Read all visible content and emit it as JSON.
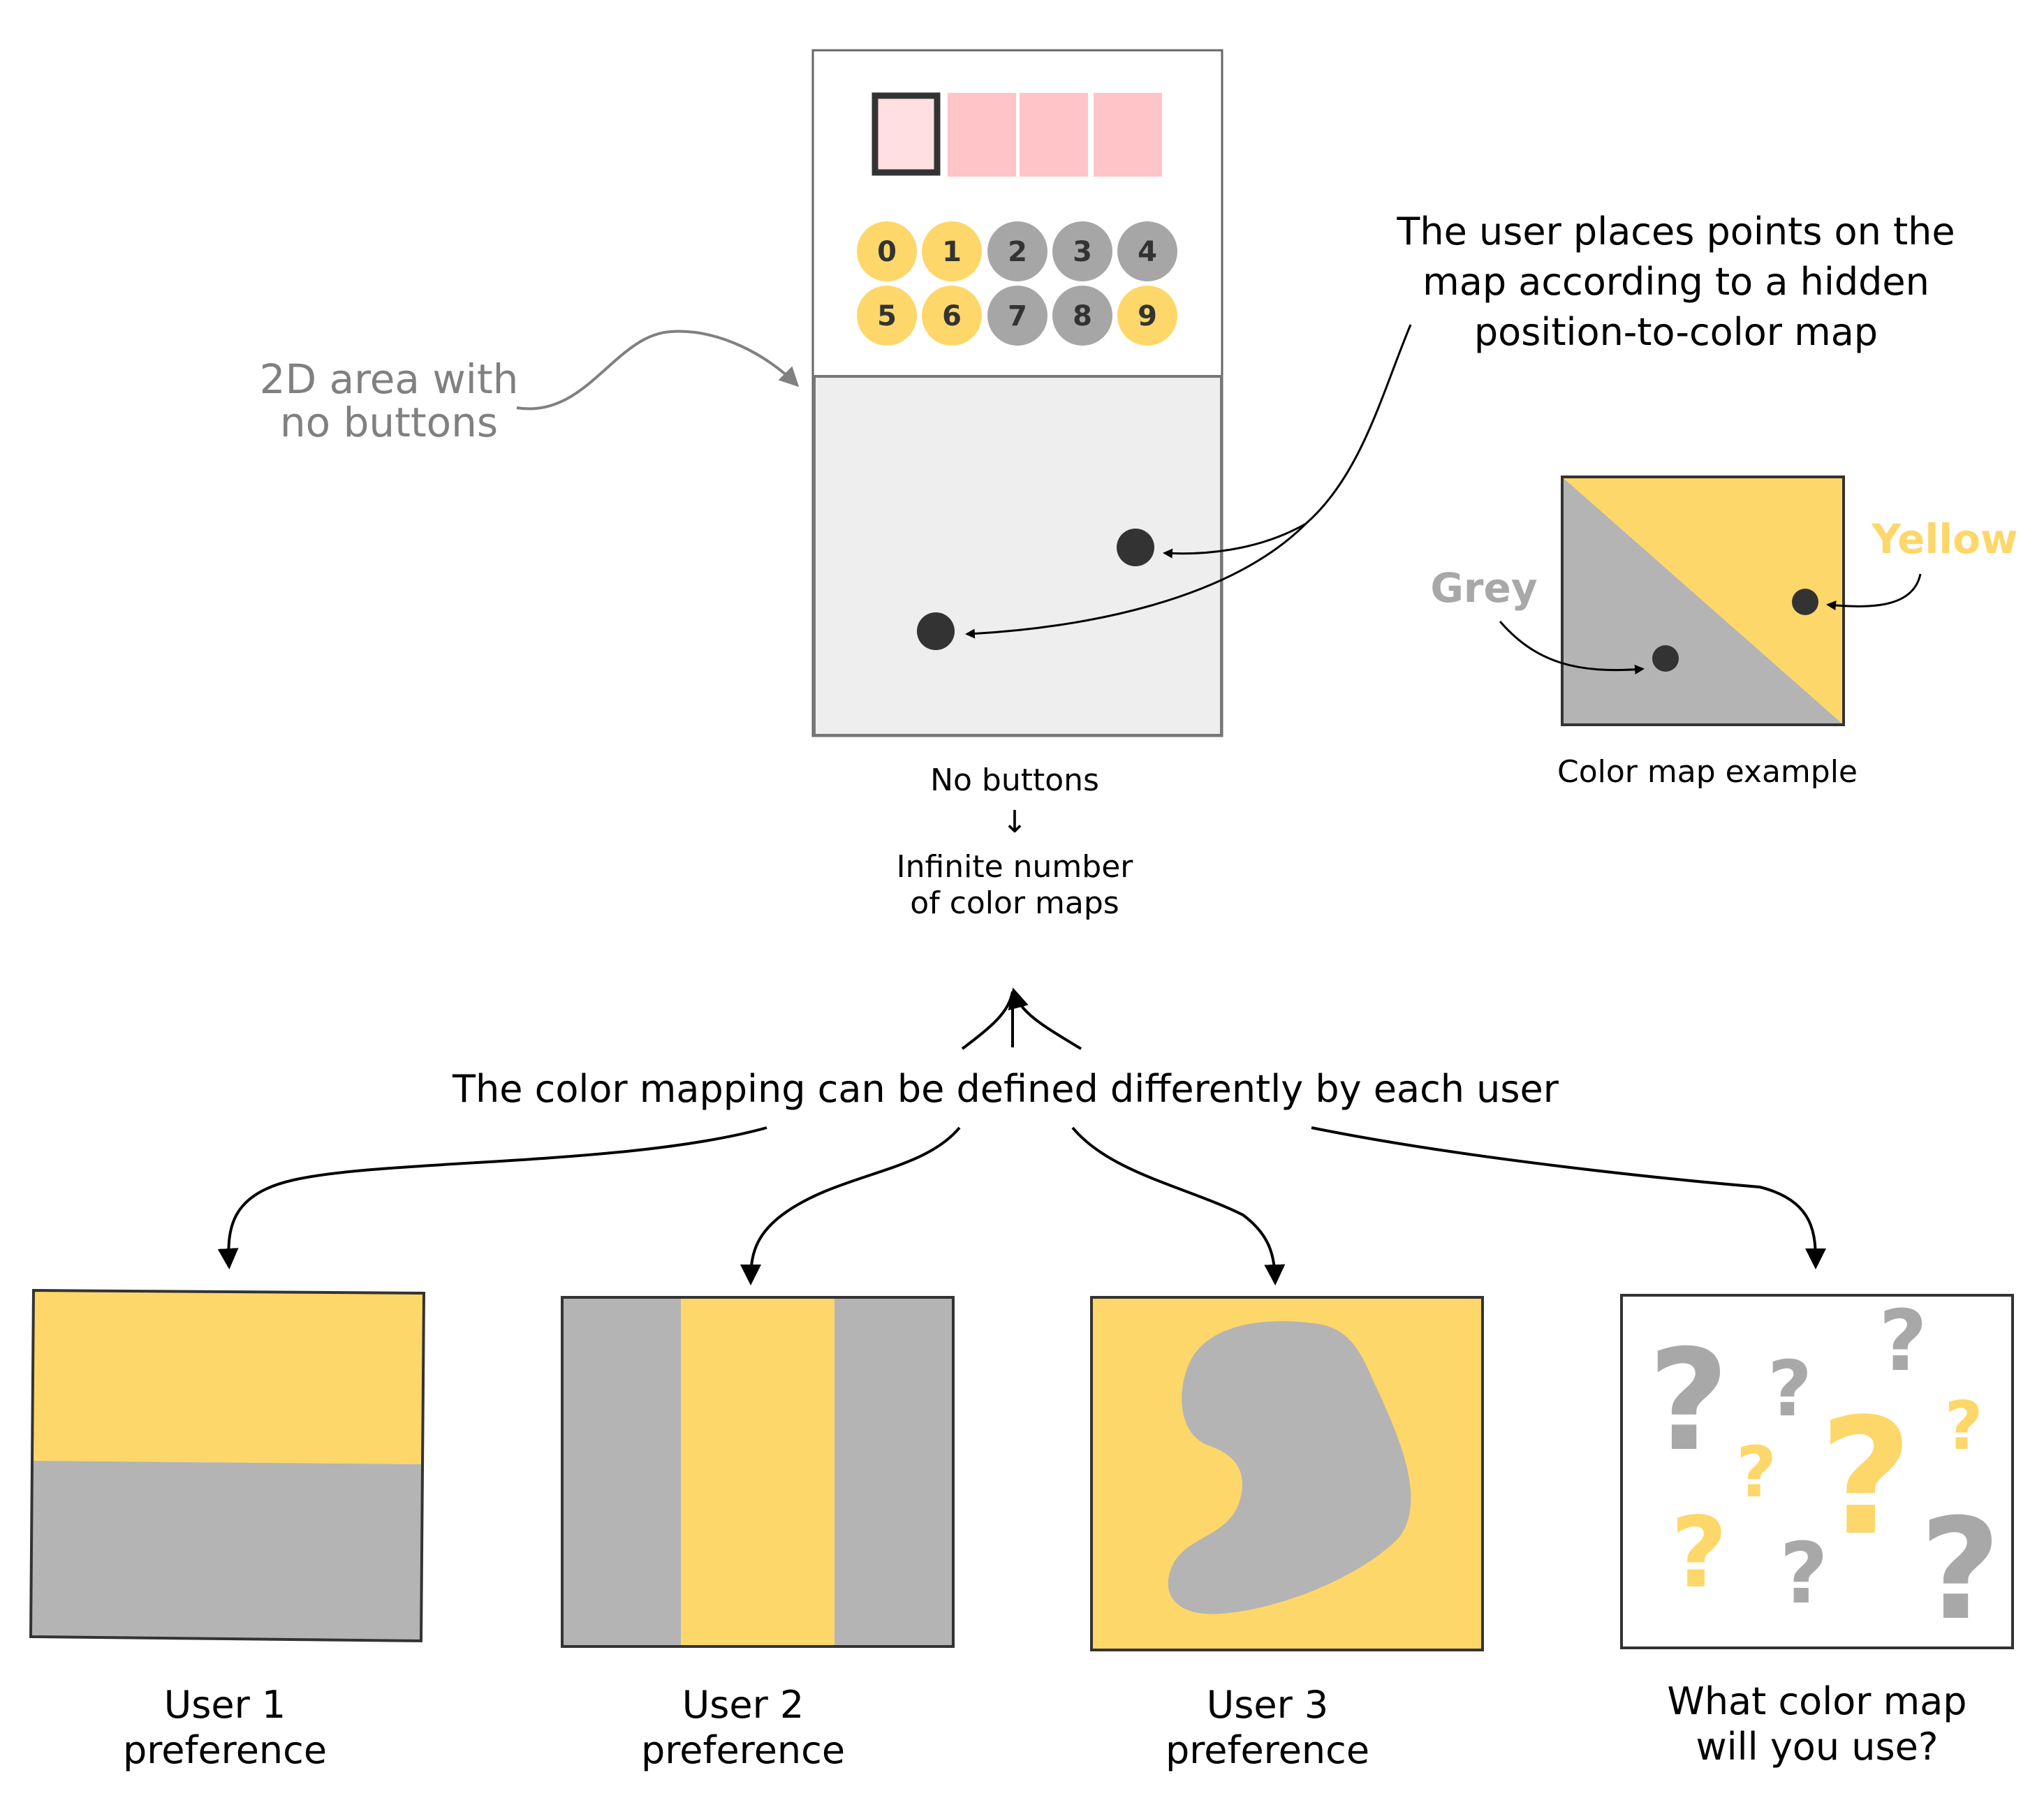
{
  "colors": {
    "yellow": "#fdd769",
    "grey": "#b4b4b4",
    "pink": "#ffc4c8",
    "pink_light": "#ffdfe1",
    "area_bg": "#eeeeee",
    "dark_dot": "#333333"
  },
  "device": {
    "buttons_yellow": [
      "0",
      "1",
      "5",
      "6",
      "9"
    ],
    "buttons": [
      "0",
      "1",
      "2",
      "3",
      "4",
      "5",
      "6",
      "7",
      "8",
      "9"
    ]
  },
  "annotations": {
    "area_note_line1": "2D area with",
    "area_note_line2": "no buttons",
    "user_places_line1": "The user places points on the",
    "user_places_line2": "map according to a hidden",
    "user_places_line3": "position-to-color map",
    "no_buttons": "No buttons",
    "down_arrow": "↓",
    "infinite_line1": "Infinite number",
    "infinite_line2": "of color maps",
    "color_map_example": "Color map example",
    "grey_label": "Grey",
    "yellow_label": "Yellow",
    "mapping_sentence": "The color mapping can be defined differently by each user"
  },
  "panels": [
    {
      "line1": "User 1",
      "line2": "preference"
    },
    {
      "line1": "User 2",
      "line2": "preference"
    },
    {
      "line1": "User 3",
      "line2": "preference"
    },
    {
      "line1": "What color map",
      "line2": "will you use?"
    }
  ],
  "question_mark": "?"
}
